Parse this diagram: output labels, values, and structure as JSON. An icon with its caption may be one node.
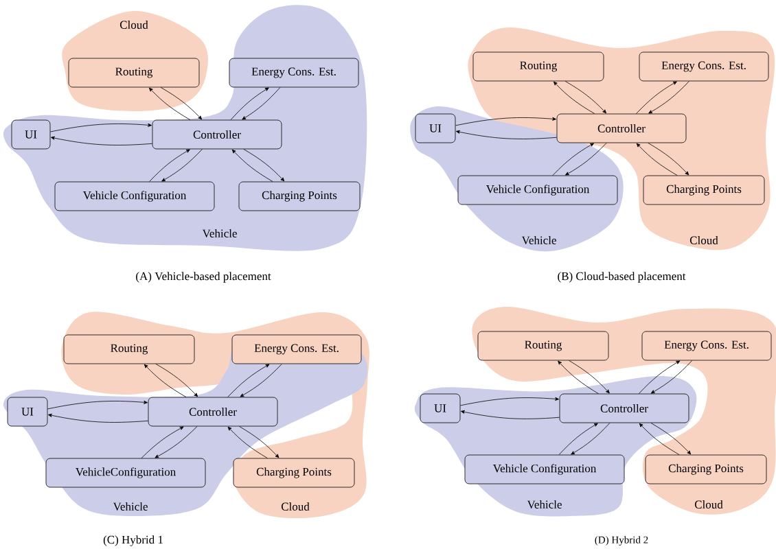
{
  "diagram": {
    "nodes": [
      {
        "text": [
          "Cloud"
        ]
      },
      {
        "text": [
          "Vehicle"
        ]
      },
      {
        "text": [
          "Routing"
        ],
        "in": 0
      },
      {
        "text": [
          "Energy Cons. Est."
        ],
        "in": 1
      },
      {
        "text": [
          "UI"
        ],
        "in": 1
      },
      {
        "text": [
          "Controller"
        ],
        "in": 1
      },
      {
        "text": [
          "Vehicle Configuration"
        ],
        "in": 1
      },
      {
        "text": [
          "Charging Points"
        ],
        "in": 1
      },
      {
        "text": [
          "Cloud"
        ]
      },
      {
        "text": [
          "Vehicle"
        ]
      },
      {
        "text": [
          "Routing"
        ],
        "in": 8
      },
      {
        "text": [
          "Energy Cons. Est."
        ],
        "in": 8
      },
      {
        "text": [
          "UI"
        ],
        "in": 9
      },
      {
        "text": [
          "Controller"
        ],
        "in": 8
      },
      {
        "text": [
          "Vehicle Configuration"
        ],
        "in": 9
      },
      {
        "text": [
          "Charging Points"
        ],
        "in": 8
      },
      {
        "text": [
          "Cloud"
        ]
      },
      {
        "text": [
          "Vehicle"
        ]
      },
      {
        "text": [
          "Routing"
        ],
        "in": 16
      },
      {
        "text": [
          "Energy Cons. Est."
        ],
        "in": 16
      },
      {
        "text": [
          "UI"
        ],
        "in": 17
      },
      {
        "text": [
          "Controller"
        ],
        "in": 17
      },
      {
        "text": [
          "VehicleConfiguration"
        ],
        "in": 17
      },
      {
        "text": [
          "Charging Points"
        ],
        "in": 16
      },
      {
        "text": [
          "Cloud"
        ]
      },
      {
        "text": [
          "Vehicle"
        ]
      },
      {
        "text": [
          "Routing"
        ],
        "in": 24
      },
      {
        "text": [
          "Energy Cons. Est."
        ],
        "in": 24
      },
      {
        "text": [
          "UI"
        ],
        "in": 25
      },
      {
        "text": [
          "Controller"
        ],
        "in": 25
      },
      {
        "text": [
          "Vehicle Configuration"
        ],
        "in": 25
      },
      {
        "text": [
          "Charging Points"
        ],
        "in": 24
      }
    ],
    "edges": [
      {
        "from": 2,
        "to": 5,
        "arrow": "to"
      },
      {
        "from": 5,
        "to": 2,
        "arrow": "to"
      },
      {
        "from": 3,
        "to": 5,
        "arrow": "to"
      },
      {
        "from": 5,
        "to": 3,
        "arrow": "to"
      },
      {
        "from": 4,
        "to": 5,
        "arrow": "to"
      },
      {
        "from": 5,
        "to": 4,
        "arrow": "to"
      },
      {
        "from": 6,
        "to": 5,
        "arrow": "to"
      },
      {
        "from": 5,
        "to": 6,
        "arrow": "to"
      },
      {
        "from": 7,
        "to": 5,
        "arrow": "to"
      },
      {
        "from": 5,
        "to": 7,
        "arrow": "to"
      },
      {
        "from": 10,
        "to": 13,
        "arrow": "to"
      },
      {
        "from": 13,
        "to": 10,
        "arrow": "to"
      },
      {
        "from": 11,
        "to": 13,
        "arrow": "to"
      },
      {
        "from": 13,
        "to": 11,
        "arrow": "to"
      },
      {
        "from": 12,
        "to": 13,
        "arrow": "to"
      },
      {
        "from": 13,
        "to": 12,
        "arrow": "to"
      },
      {
        "from": 14,
        "to": 13,
        "arrow": "to"
      },
      {
        "from": 13,
        "to": 14,
        "arrow": "to"
      },
      {
        "from": 15,
        "to": 13,
        "arrow": "to"
      },
      {
        "from": 13,
        "to": 15,
        "arrow": "to"
      },
      {
        "from": 18,
        "to": 21,
        "arrow": "to"
      },
      {
        "from": 21,
        "to": 18,
        "arrow": "to"
      },
      {
        "from": 19,
        "to": 21,
        "arrow": "to"
      },
      {
        "from": 21,
        "to": 19,
        "arrow": "to"
      },
      {
        "from": 20,
        "to": 21,
        "arrow": "to"
      },
      {
        "from": 21,
        "to": 20,
        "arrow": "to"
      },
      {
        "from": 22,
        "to": 21,
        "arrow": "to"
      },
      {
        "from": 21,
        "to": 22,
        "arrow": "to"
      },
      {
        "from": 23,
        "to": 21,
        "arrow": "to"
      },
      {
        "from": 21,
        "to": 23,
        "arrow": "to"
      },
      {
        "from": 26,
        "to": 29,
        "arrow": "to"
      },
      {
        "from": 29,
        "to": 26,
        "arrow": "to"
      },
      {
        "from": 27,
        "to": 29,
        "arrow": "to"
      },
      {
        "from": 29,
        "to": 27,
        "arrow": "to"
      },
      {
        "from": 28,
        "to": 29,
        "arrow": "to"
      },
      {
        "from": 29,
        "to": 28,
        "arrow": "to"
      },
      {
        "from": 30,
        "to": 29,
        "arrow": "to"
      },
      {
        "from": 29,
        "to": 30,
        "arrow": "to"
      },
      {
        "from": 31,
        "to": 29,
        "arrow": "to"
      },
      {
        "from": 29,
        "to": 31,
        "arrow": "to"
      }
    ],
    "labels": [
      "(A) Vehicle-based placement",
      "(B) Cloud-based placement",
      "(C) Hybrid 1",
      "(D) Hybrid 2"
    ]
  }
}
